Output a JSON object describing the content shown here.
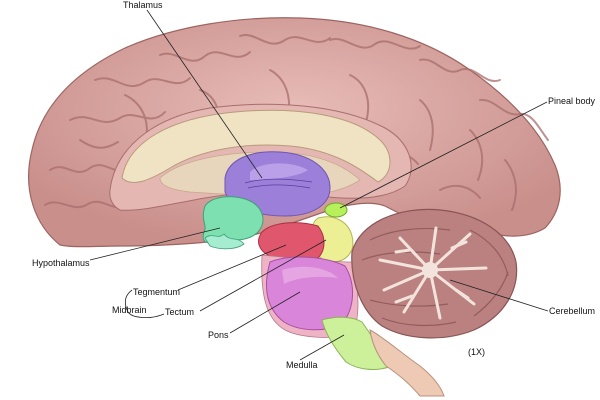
{
  "labels": {
    "thalamus": "Thalamus",
    "pineal_body": "Pineal body",
    "hypothalamus": "Hypothalamus",
    "tegmentum": "Tegmentum",
    "midbrain": "Midbrain",
    "tectum": "Tectum",
    "pons": "Pons",
    "cerebellum": "Cerebellum",
    "medulla": "Medulla",
    "magnification": "(1X)"
  },
  "colors": {
    "cortex": "#d9a3a0",
    "cortex_dark": "#a86e6b",
    "cortex_inner": "#e4b7b3",
    "corpus_callosum": "#efe3c4",
    "ventricle": "#e6d0b6",
    "thalamus": "#9b7fd8",
    "thalamus_light": "#c2a9ec",
    "hypothalamus": "#7ce0b0",
    "tegmentum": "#e0566c",
    "tectum": "#ecef93",
    "pineal": "#b6f05a",
    "pons": "#d985d9",
    "pons_light": "#e8a4dc",
    "medulla": "#cdf09a",
    "spinal": "#eec9b4",
    "cerebellum": "#bb8080",
    "cerebellum_dark": "#8a5555",
    "arbor": "#f2e4dc"
  }
}
